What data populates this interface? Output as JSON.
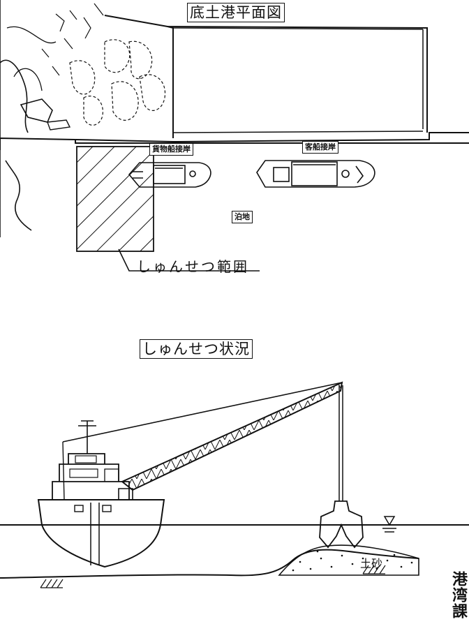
{
  "plan": {
    "title": "底土港平面図",
    "cargo_berth": "貨物船接岸",
    "passenger_berth": "客船接岸",
    "anchorage": "泊地",
    "dredging_area": "しゅんせつ範囲"
  },
  "section": {
    "title": "しゅんせつ状況",
    "sediment": "土砂"
  },
  "department": "港湾課"
}
